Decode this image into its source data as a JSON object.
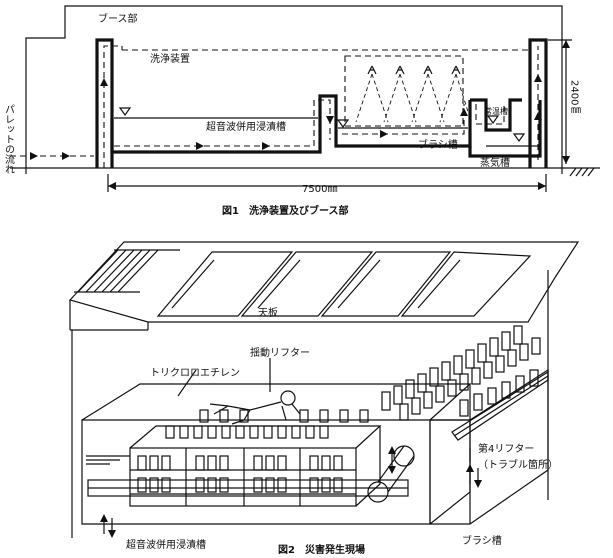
{
  "figure1": {
    "caption": "図1　洗浄装置及びブース部",
    "labels": {
      "booth": "ブース部",
      "washer": "洗浄装置",
      "ultrasonic_tank": "超音波併用浸漬槽",
      "brush_tank": "ブラシ槽",
      "room_temp_tank": "常温槽",
      "steam_tank": "蒸気槽",
      "pallet_flow": "パレットの流れ",
      "width_dim": "7500㎜",
      "height_dim": "2400㎜"
    }
  },
  "figure2": {
    "caption": "図2　災害発生現場",
    "labels": {
      "top_plate": "天板",
      "swing_lifter": "揺動リフター",
      "trichloroethylene": "トリクロロエチレン",
      "fourth_lifter": "第4リフター",
      "trouble_point": "（トラブル箇所）",
      "ultrasonic_tank": "超音波併用浸漬槽",
      "brush_tank": "ブラシ槽"
    }
  }
}
